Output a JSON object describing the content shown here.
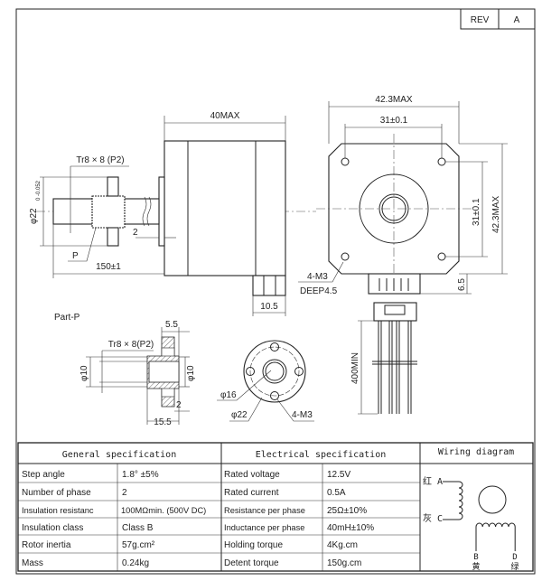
{
  "title_block": {
    "rev_label": "REV",
    "rev_value": "A"
  },
  "side_view": {
    "length": "40MAX",
    "thread": "Tr8 × 8 (P2)",
    "diameter": "φ22",
    "diameter_tol": "0 -0.052",
    "gap": "2",
    "nut_label": "P",
    "shaft_length": "150±1",
    "connector_width": "10.5"
  },
  "front_view": {
    "width": "42.3MAX",
    "hole_spacing_h": "31±0.1",
    "hole_spacing_v": "31±0.1",
    "height": "42.3MAX",
    "holes": "4-M3",
    "holes_depth": "DEEP4.5",
    "connector_height": "6.5",
    "lead_length": "400MIN"
  },
  "part_p": {
    "title": "Part-P",
    "flange_thickness": "5.5",
    "thread": "Tr8 × 8(P2)",
    "left_diameter": "φ10",
    "right_diameter": "φ10",
    "gap": "2",
    "length": "15.5",
    "bolt_circle": "φ16",
    "flange_diameter": "φ22",
    "holes": "4-M3"
  },
  "general_spec": {
    "header": "General  specification",
    "rows": [
      {
        "label": "Step angle",
        "value": "1.8°  ±5%"
      },
      {
        "label": "Number of phase",
        "value": "2"
      },
      {
        "label": "Insulation resistanc",
        "value": "100MΩmin. (500V DC)"
      },
      {
        "label": "Insulation class",
        "value": "Class B"
      },
      {
        "label": "Rotor inertia",
        "value": "57g.cm²"
      },
      {
        "label": "Mass",
        "value": "0.24kg"
      }
    ]
  },
  "electrical_spec": {
    "header": "Electrical  specification",
    "rows": [
      {
        "label": "Rated voltage",
        "value": "12.5V"
      },
      {
        "label": "Rated current",
        "value": "0.5A"
      },
      {
        "label": "Resistance per phase",
        "value": "25Ω±10%"
      },
      {
        "label": "Inductance per phase",
        "value": "40mH±10%"
      },
      {
        "label": "Holding torque",
        "value": "4Kg.cm"
      },
      {
        "label": "Detent torque",
        "value": "150g.cm"
      }
    ]
  },
  "wiring": {
    "header": "Wiring diagram",
    "a_label": "红 A",
    "c_label": "灰 C",
    "b_label": "B",
    "b_color": "黄",
    "d_label": "D",
    "d_color": "绿"
  }
}
